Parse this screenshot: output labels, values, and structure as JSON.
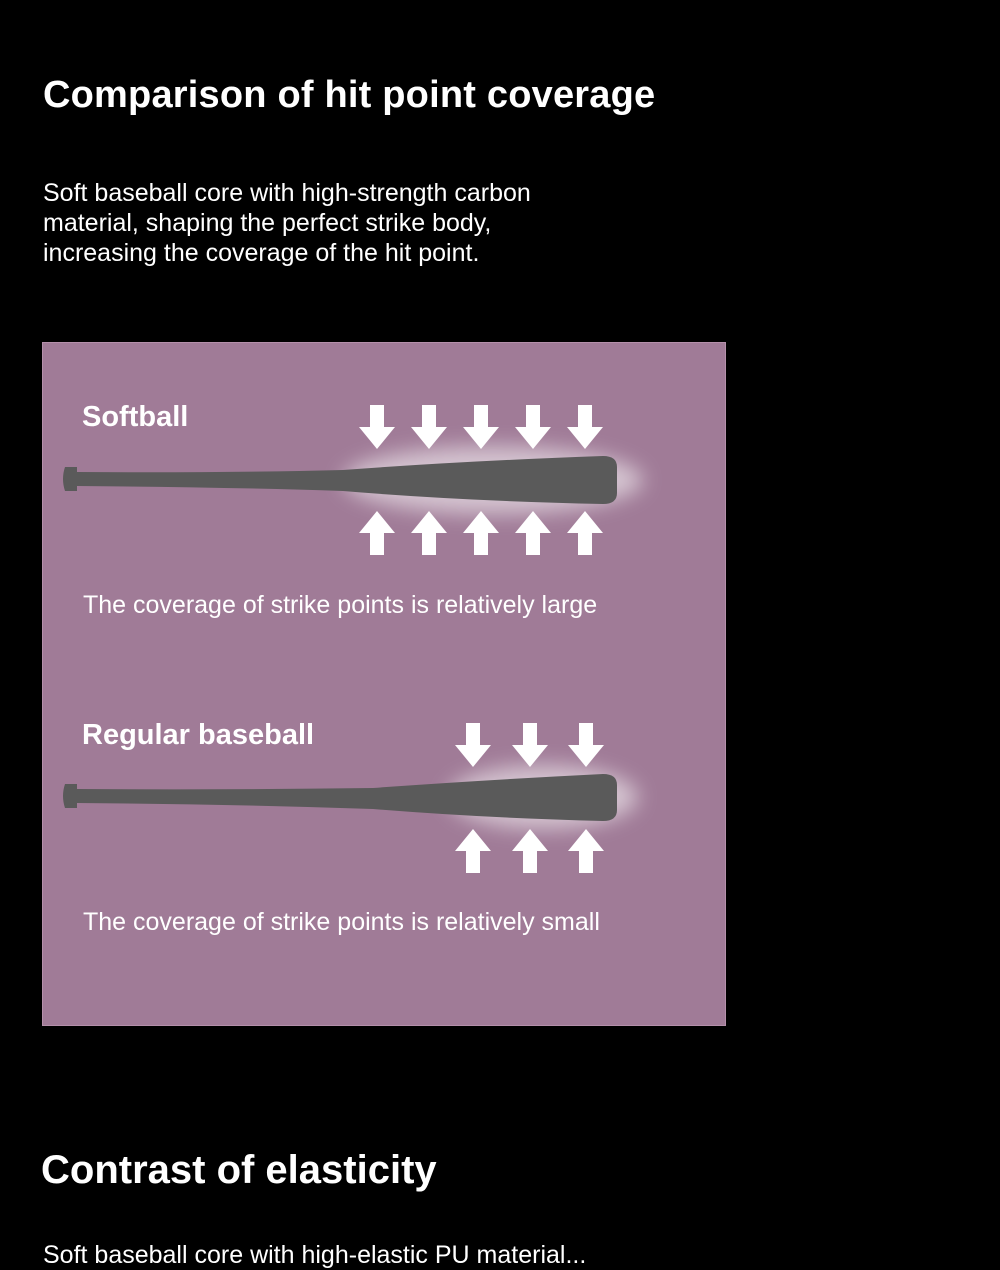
{
  "section1": {
    "title": "Comparison of hit point coverage",
    "description": "Soft baseball core with high-strength carbon material, shaping the perfect strike body, increasing the coverage of the hit point."
  },
  "panel": {
    "background_color": "#a07b97",
    "bat_color": "#5a5a5a",
    "softball": {
      "label": "Softball",
      "caption": "The coverage of strike points is relatively large",
      "arrow_count": 5
    },
    "regular": {
      "label": "Regular baseball",
      "caption": "The coverage of strike points is relatively small",
      "arrow_count": 3
    }
  },
  "section2": {
    "title": "Contrast of elasticity",
    "description": "Soft baseball core with high-elastic PU material..."
  }
}
